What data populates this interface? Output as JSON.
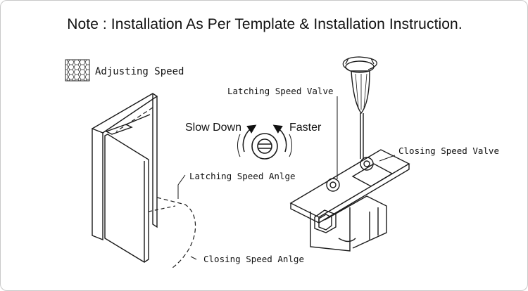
{
  "note": "Note : Installation As Per Template & Installation Instruction.",
  "legend": {
    "label": "Adjusting Speed"
  },
  "labels": {
    "latching_speed_valve": "Latching Speed Valve",
    "closing_speed_valve": "Closing Speed Valve",
    "slow_down": "Slow Down",
    "faster": "Faster",
    "latching_speed_angle": "Latching Speed Anlge",
    "closing_speed_angle": "Closing Speed Anlge"
  },
  "colors": {
    "line": "#1a1a1a",
    "hint": "#555555"
  }
}
